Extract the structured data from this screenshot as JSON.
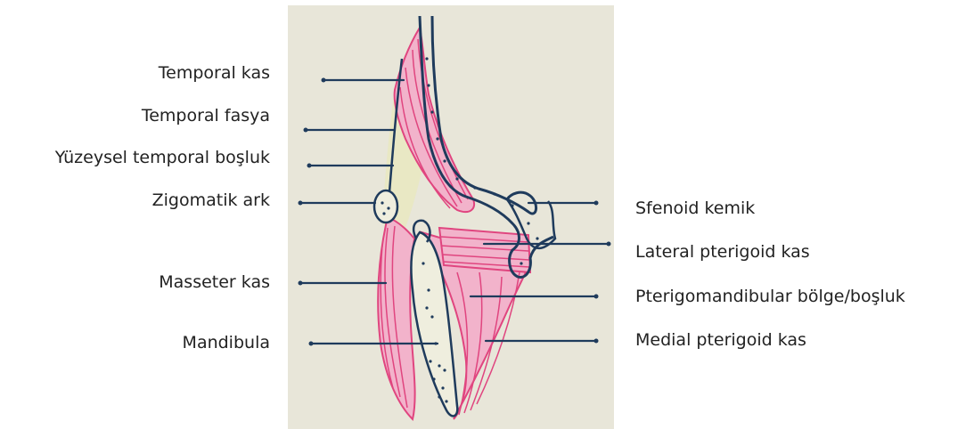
{
  "labels_left": [
    "Temporal kas",
    "Temporal fasya",
    "Yüzeysel temporal boşluk",
    "Zigomatik ark",
    "Masseter kas",
    "Mandibula"
  ],
  "labels_right": [
    "Sfenoid kemik",
    "Lateral pterigoid kas",
    "Pterigomandibular bölge/boşluk",
    "Medial pterigoid kas"
  ],
  "colors": {
    "paper": "#e8e6d9",
    "ink": "#1f3b5c",
    "muscle": "#e0457f",
    "fat": "#e9e7bf"
  }
}
